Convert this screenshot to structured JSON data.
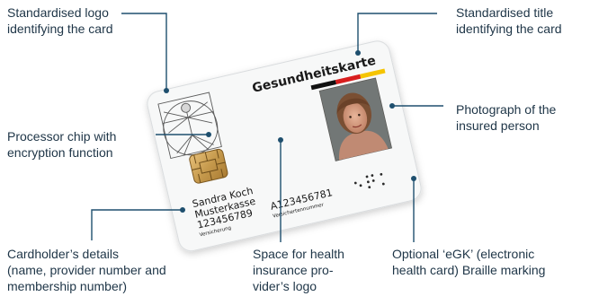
{
  "annotations": {
    "logo": "Standardised logo\nidentifying the card",
    "title": "Standardised title\nidentifying the card",
    "chip": "Processor chip with\nencryption function",
    "photo": "Photograph of the\ninsured person",
    "cardholder": "Cardholder’s details\n(name, provider number and\nmembership number)",
    "provider_logo": "Space for health\ninsurance pro-\nvider’s logo",
    "braille": "Optional ‘eGK’ (electronic\nhealth card) Braille marking"
  },
  "card": {
    "title": "Gesundheitskarte",
    "holder_name": "Sandra Koch",
    "insurer": "Musterkasse",
    "insurer_number": "123456789",
    "insurer_caption": "Versicherung",
    "insured_number": "A123456781",
    "insured_caption": "Versichertennummer"
  },
  "colors": {
    "leader_line": "#1e4f6e",
    "text": "#1e3547",
    "flag_black": "#111111",
    "flag_red": "#d81e1e",
    "flag_gold": "#f5c400"
  }
}
